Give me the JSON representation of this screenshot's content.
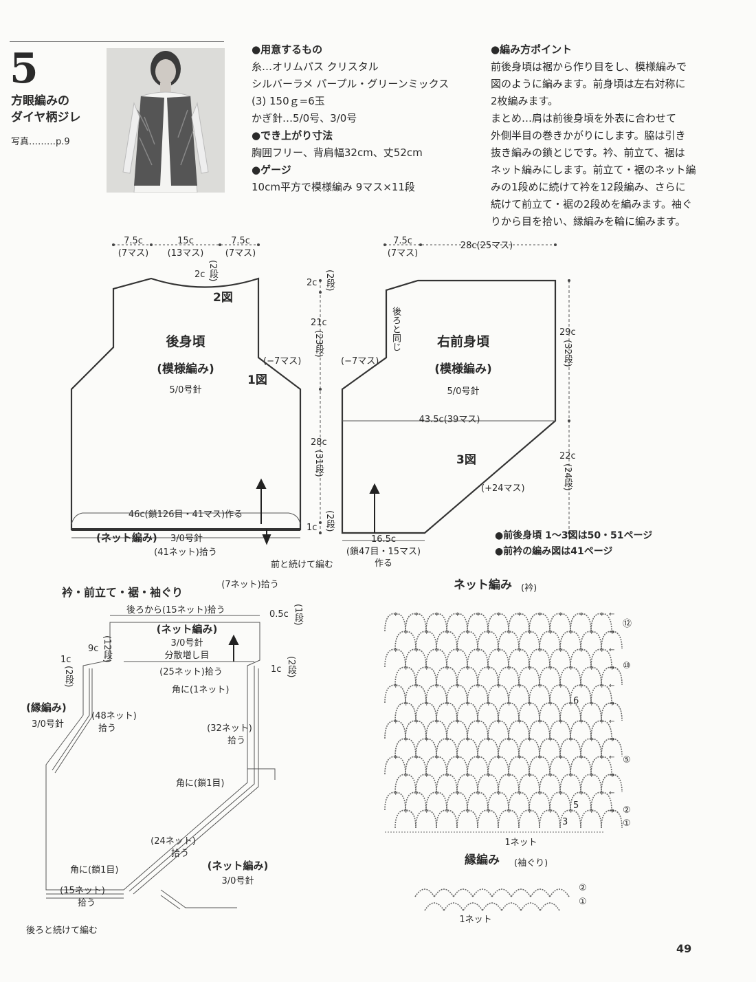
{
  "header": {
    "number": "5",
    "title_1": "方眼編みの",
    "title_2": "ダイヤ柄ジレ",
    "photo_ref": "写真………p.9"
  },
  "materials": {
    "heading": "●用意するもの",
    "yarn": "糸…オリムパス クリスタル",
    "color": "シルバーラメ パープル・グリーンミックス",
    "qty": "(3) 150ｇ=6玉",
    "hook": "かぎ針…5/0号、3/0号",
    "size_heading": "●でき上がり寸法",
    "size": "胸囲フリー、背肩幅32cm、丈52cm",
    "gauge_heading": "●ゲージ",
    "gauge": "10cm平方で模様編み 9マス×11段"
  },
  "points": {
    "heading": "●編み方ポイント",
    "lines": [
      "前後身頃は裾から作り目をし、模様編みで",
      "図のように編みます。前身頃は左右対称に",
      "2枚編みます。",
      "まとめ…肩は前後身頃を外表に合わせて",
      "外側半目の巻きかがりにします。脇は引き",
      "抜き編みの鎖とじです。衿、前立て、裾は",
      "ネット編みにします。前立て・裾のネット編",
      "みの1段めに続けて衿を12段編み、さらに",
      "続けて前立て・裾の2段めを編みます。袖ぐ",
      "りから目を拾い、縁編みを輪に編みます。"
    ]
  },
  "back": {
    "w_left": "7.5c",
    "w_left_s": "(7マス)",
    "w_mid": "15c",
    "w_mid_s": "(13マス)",
    "w_right": "7.5c",
    "w_right_s": "(7マス)",
    "neck_depth": "2c",
    "neck_rows": "(2段)",
    "fig2": "2図",
    "title": "後身頃",
    "pattern": "(模様編み)",
    "needle": "5/0号針",
    "fig1": "1図",
    "dec": "(−7マス)",
    "cast": "46c(鎖126目・41マス)作る",
    "net": "(ネット編み)",
    "net_needle": "3/0号針",
    "pickup": "(41ネット)拾う",
    "cont": "前と続けて編む"
  },
  "heights": {
    "h1": "2c",
    "h1_s": "(2段)",
    "h2": "21c",
    "h2_s": "(23段)",
    "h3": "28c",
    "h3_s": "(31段)",
    "h4": "1c",
    "h4_s": "(2段)"
  },
  "front": {
    "w_left": "7.5c",
    "w_left_s": "(7マス)",
    "w_right": "28c(25マス)",
    "same_back": "後ろと同じ",
    "dec": "(−7マス)",
    "title": "右前身頃",
    "pattern": "(模様編み)",
    "needle": "5/0号針",
    "width": "43.5c(39マス)",
    "fig3": "3図",
    "inc": "(+24マス)",
    "h_top": "29c",
    "h_top_s": "(32段)",
    "h_bot": "22c",
    "h_bot_s": "(24段)",
    "bot_w": "16.5c",
    "bot_s": "(鎖47目・15マス)",
    "bot_make": "作る"
  },
  "notes": {
    "n1": "●前後身頃 1〜3図は50・51ページ",
    "n2": "●前衿の編み図は41ページ"
  },
  "collar": {
    "title": "衿・前立て・裾・袖ぐり",
    "pick_top": "(7ネット)拾う",
    "pick_back": "後ろから(15ネット)拾う",
    "h05": "0.5c",
    "h05_s": "(1段)",
    "net": "(ネット編み)",
    "needle": "3/0号針",
    "inc": "分散増し目",
    "h9": "9c",
    "h9_s": "(12段)",
    "h1l": "1c",
    "h1l_s": "(2段)",
    "h1r": "1c",
    "h1r_s": "(2段)",
    "pick25": "(25ネット)拾う",
    "corner1": "角に(1ネット)",
    "edge": "(縁編み)",
    "edge_needle": "3/0号針",
    "pick48": "(48ネット)",
    "pick48b": "拾う",
    "pick32": "(32ネット)",
    "pick32b": "拾う",
    "corner_ch1": "角に(鎖1目)",
    "pick24": "(24ネット)",
    "pick24b": "拾う",
    "net2": "(ネット編み)",
    "needle2": "3/0号針",
    "corner_ch2": "角に(鎖1目)",
    "pick15": "(15ネット)",
    "pick15b": "拾う",
    "cont_back": "後ろと続けて編む"
  },
  "net_chart": {
    "title": "ネット編み",
    "sub": "(衿)",
    "repeat": "1ネット",
    "row_labels": [
      "⑫",
      "⑩",
      "⑤",
      "②",
      "①"
    ],
    "inner": [
      "6",
      "5",
      "3"
    ]
  },
  "edge_chart": {
    "title": "縁編み",
    "sub": "(袖ぐり)",
    "repeat": "1ネット",
    "row_labels": [
      "②",
      "①"
    ]
  },
  "page_number": "49"
}
